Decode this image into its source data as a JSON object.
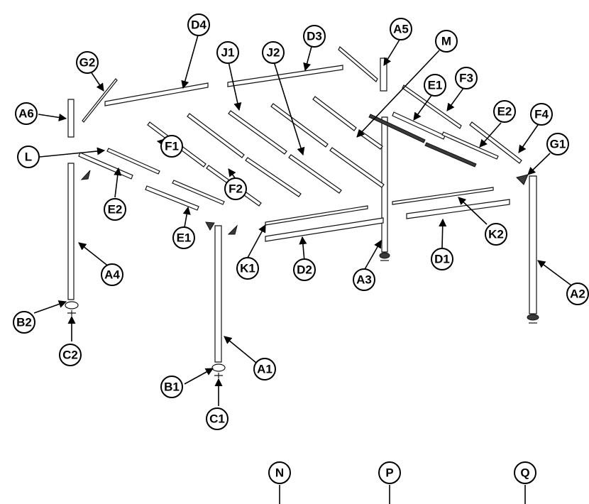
{
  "labels": {
    "A1": "A1",
    "A2": "A2",
    "A3": "A3",
    "A4": "A4",
    "A5": "A5",
    "A6": "A6",
    "B1": "B1",
    "B2": "B2",
    "C1": "C1",
    "C2": "C2",
    "D1": "D1",
    "D2": "D2",
    "D3": "D3",
    "D4": "D4",
    "E1a": "E1",
    "E1b": "E1",
    "E2a": "E2",
    "E2b": "E2",
    "F1": "F1",
    "F2": "F2",
    "F3": "F3",
    "F4": "F4",
    "G1": "G1",
    "G2": "G2",
    "J1": "J1",
    "J2": "J2",
    "K1": "K1",
    "K2": "K2",
    "L": "L",
    "M": "M",
    "N": "N",
    "P": "P",
    "Q": "Q"
  },
  "colors": {
    "line": "#000000",
    "background": "#ffffff"
  }
}
